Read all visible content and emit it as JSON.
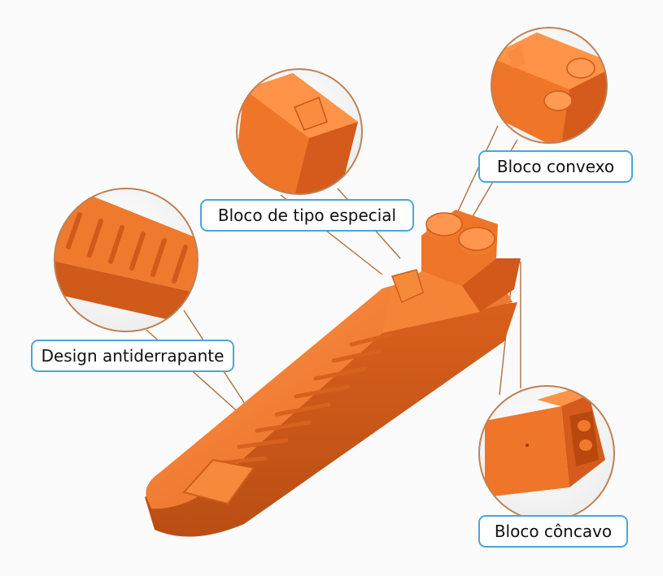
{
  "labels": {
    "special_block": "Bloco de tipo especial",
    "convex_block": "Bloco convexo",
    "non_slip": "Design antiderrapante",
    "concave_block": "Bloco côncavo"
  },
  "colors": {
    "orange": "#f07a2c",
    "orange_dark": "#c9561a",
    "orange_light": "#ff9a4e",
    "label_border": "#4aa6d9",
    "leader_line": "#b0703e"
  },
  "icons": [
    "brick-separator-tool"
  ]
}
